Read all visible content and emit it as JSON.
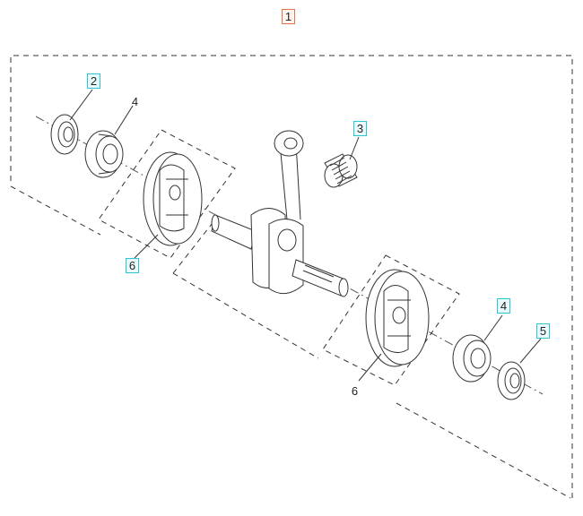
{
  "callouts": {
    "c1": "1",
    "c2": "2",
    "c3": "3",
    "c4a": "4",
    "c4b": "4",
    "c5": "5",
    "c6a": "6",
    "c6b": "6"
  },
  "colors": {
    "line": "#333333",
    "accent_blue": "#2ec4d8",
    "accent_orange": "#e8734a"
  }
}
